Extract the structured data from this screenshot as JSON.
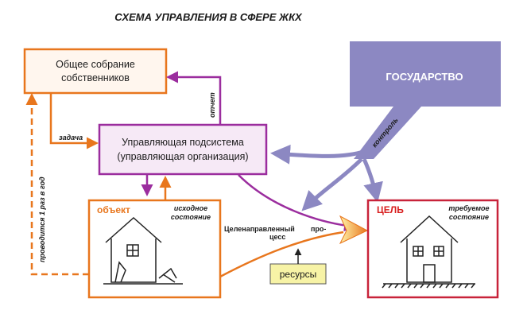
{
  "title": "СХЕМА УПРАВЛЕНИЯ В СФЕРЕ ЖКХ",
  "owners_box": {
    "line1": "Общее собрание",
    "line2": "собственников"
  },
  "control_box": {
    "line1": "Управляющая подсистема",
    "line2": "(управляющая организация)"
  },
  "state_box": {
    "label": "ГОСУДАРСТВО"
  },
  "object_box": {
    "label": "объект",
    "state_line1": "исходное",
    "state_line2": "состояние"
  },
  "goal_box": {
    "label": "ЦЕЛЬ",
    "state_line1": "требуемое",
    "state_line2": "состояние"
  },
  "resources_box": {
    "label": "ресурсы"
  },
  "labels": {
    "task": "задача",
    "report": "отчет",
    "control": "контроль",
    "yearly": "проводится 1 раз в год",
    "process_line1": "Целенаправленный",
    "process_line1b": "про-",
    "process_line2": "цесс"
  },
  "colors": {
    "orange": "#e8761d",
    "purple": "#9b2d9e",
    "purple_fill": "#f6e9f6",
    "state": "#8c88c2",
    "red": "#c8233a",
    "yellow": "#f7f3a6"
  }
}
